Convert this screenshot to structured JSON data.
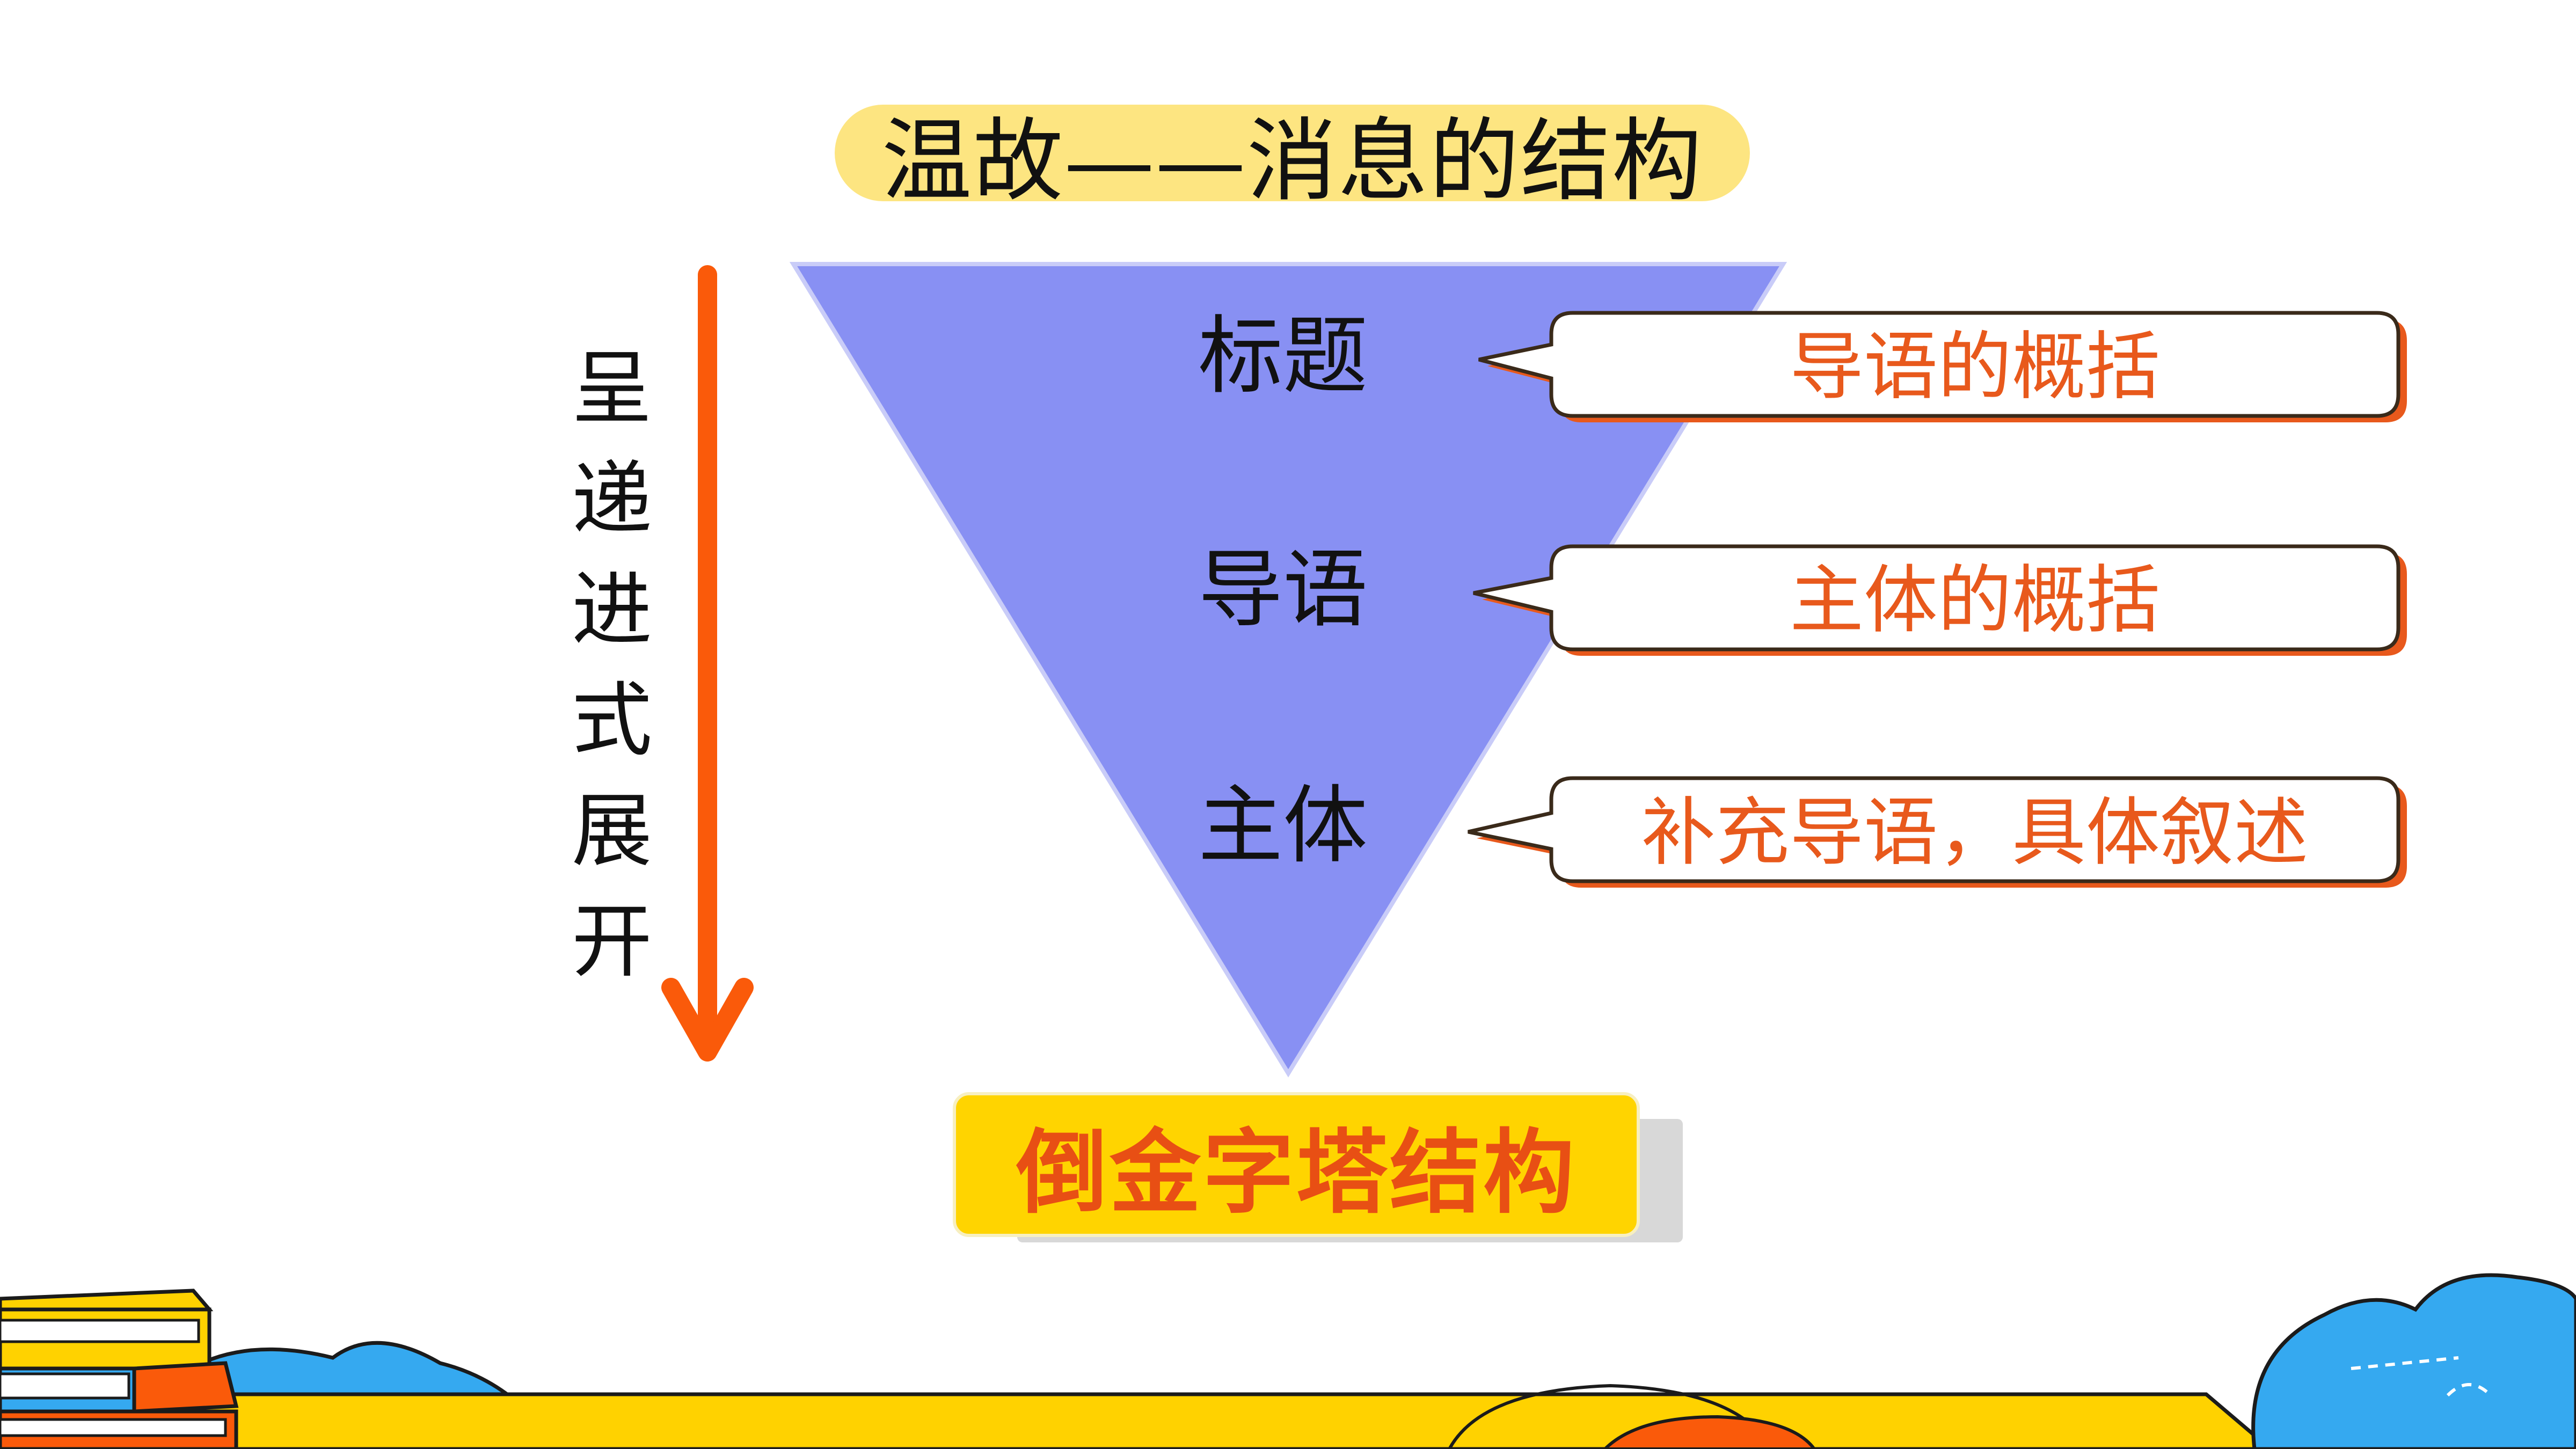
{
  "slide": {
    "title": "温故——消息的结构",
    "side_label": [
      "呈",
      "递",
      "进",
      "式",
      "展",
      "开"
    ],
    "pyramid": {
      "levels": [
        "标题",
        "导语",
        "主体"
      ]
    },
    "callouts": [
      "导语的概括",
      "主体的概括",
      "补充导语，具体叙述"
    ],
    "result": "倒金字塔结构"
  },
  "colors": {
    "triangle": "#8890F3",
    "arrow": "#FA5A0A",
    "title_bg": "#FDE581",
    "callout_text": "#E8591C",
    "callout_shadow": "#E8591C",
    "result_bg": "#FFD400",
    "result_text": "#E84F14",
    "footer_yellow": "#FFD200",
    "footer_blue": "#35A9F0"
  }
}
